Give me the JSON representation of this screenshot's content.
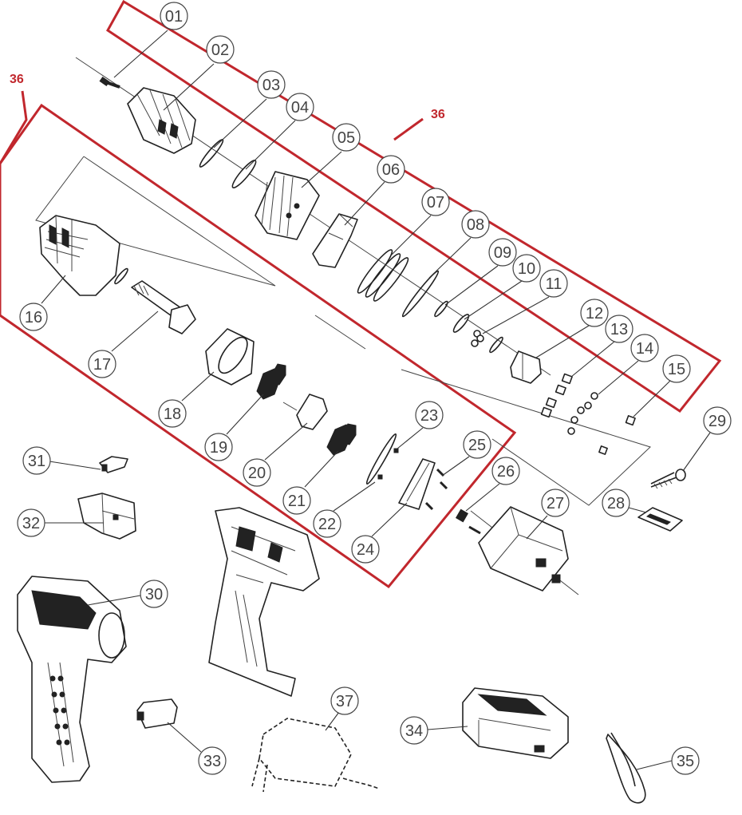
{
  "colors": {
    "line": "#222222",
    "callout": "#444444",
    "group_outline": "#c1272d",
    "group_label": "#c1272d"
  },
  "group_label": "36",
  "callouts": [
    {
      "id": "01",
      "label": "01"
    },
    {
      "id": "02",
      "label": "02"
    },
    {
      "id": "03",
      "label": "03"
    },
    {
      "id": "04",
      "label": "04"
    },
    {
      "id": "05",
      "label": "05"
    },
    {
      "id": "06",
      "label": "06"
    },
    {
      "id": "07",
      "label": "07"
    },
    {
      "id": "08",
      "label": "08"
    },
    {
      "id": "09",
      "label": "09"
    },
    {
      "id": "10",
      "label": "10"
    },
    {
      "id": "11",
      "label": "11"
    },
    {
      "id": "12",
      "label": "12"
    },
    {
      "id": "13",
      "label": "13"
    },
    {
      "id": "14",
      "label": "14"
    },
    {
      "id": "15",
      "label": "15"
    },
    {
      "id": "16",
      "label": "16"
    },
    {
      "id": "17",
      "label": "17"
    },
    {
      "id": "18",
      "label": "18"
    },
    {
      "id": "19",
      "label": "19"
    },
    {
      "id": "20",
      "label": "20"
    },
    {
      "id": "21",
      "label": "21"
    },
    {
      "id": "22",
      "label": "22"
    },
    {
      "id": "23",
      "label": "23"
    },
    {
      "id": "24",
      "label": "24"
    },
    {
      "id": "25",
      "label": "25"
    },
    {
      "id": "26",
      "label": "26"
    },
    {
      "id": "27",
      "label": "27"
    },
    {
      "id": "28",
      "label": "28"
    },
    {
      "id": "29",
      "label": "29"
    },
    {
      "id": "30",
      "label": "30"
    },
    {
      "id": "31",
      "label": "31"
    },
    {
      "id": "32",
      "label": "32"
    },
    {
      "id": "33",
      "label": "33"
    },
    {
      "id": "34",
      "label": "34"
    },
    {
      "id": "35",
      "label": "35"
    },
    {
      "id": "37",
      "label": "37"
    }
  ]
}
